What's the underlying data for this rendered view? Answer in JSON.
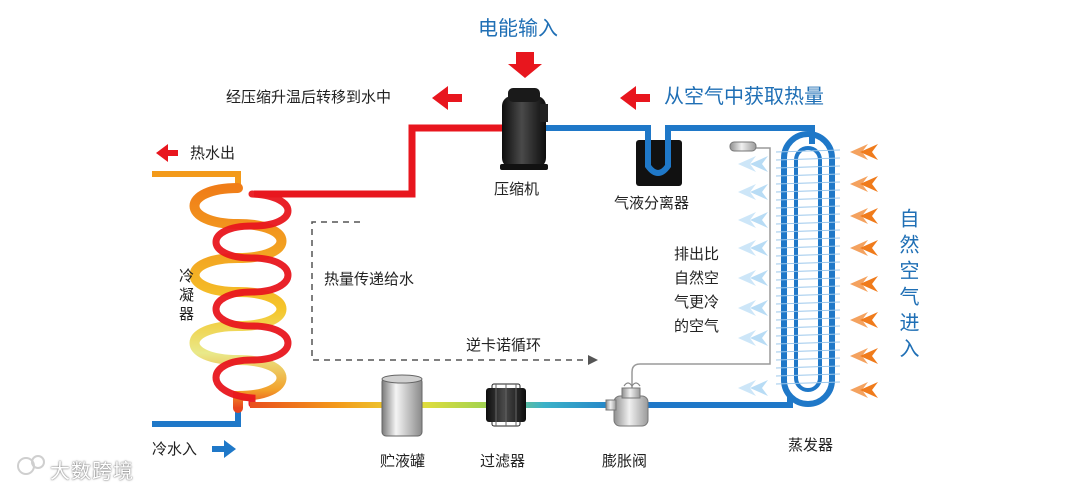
{
  "title_energy": "电能输入",
  "label_compressed": "经压缩升温后转移到水中",
  "label_heat_from_air": "从空气中获取热量",
  "label_hot_water_out": "热水出",
  "label_cold_water_in": "冷水入",
  "label_condenser": "冷凝器",
  "label_compressor": "压缩机",
  "label_separator": "气液分离器",
  "label_heat_transfer": "热量传递给水",
  "label_reverse_carnot": "逆卡诺循环",
  "label_exhaust_air": [
    "排出比",
    "自然空",
    "气更冷",
    "的空气"
  ],
  "label_natural_air_in": "自然空气进入",
  "label_receiver": "贮液罐",
  "label_filter": "过滤器",
  "label_expansion_valve": "膨胀阀",
  "label_evaporator": "蒸发器",
  "watermark": "大数跨境",
  "colors": {
    "hot": "#e8161e",
    "cold": "#1f78c8",
    "warm_orange": "#f39a1a",
    "accent_blue_text": "#1f6fb5",
    "incoming_air_arrow": "#f07b1b",
    "exhaust_air_arrow": "#b8dcf5"
  }
}
